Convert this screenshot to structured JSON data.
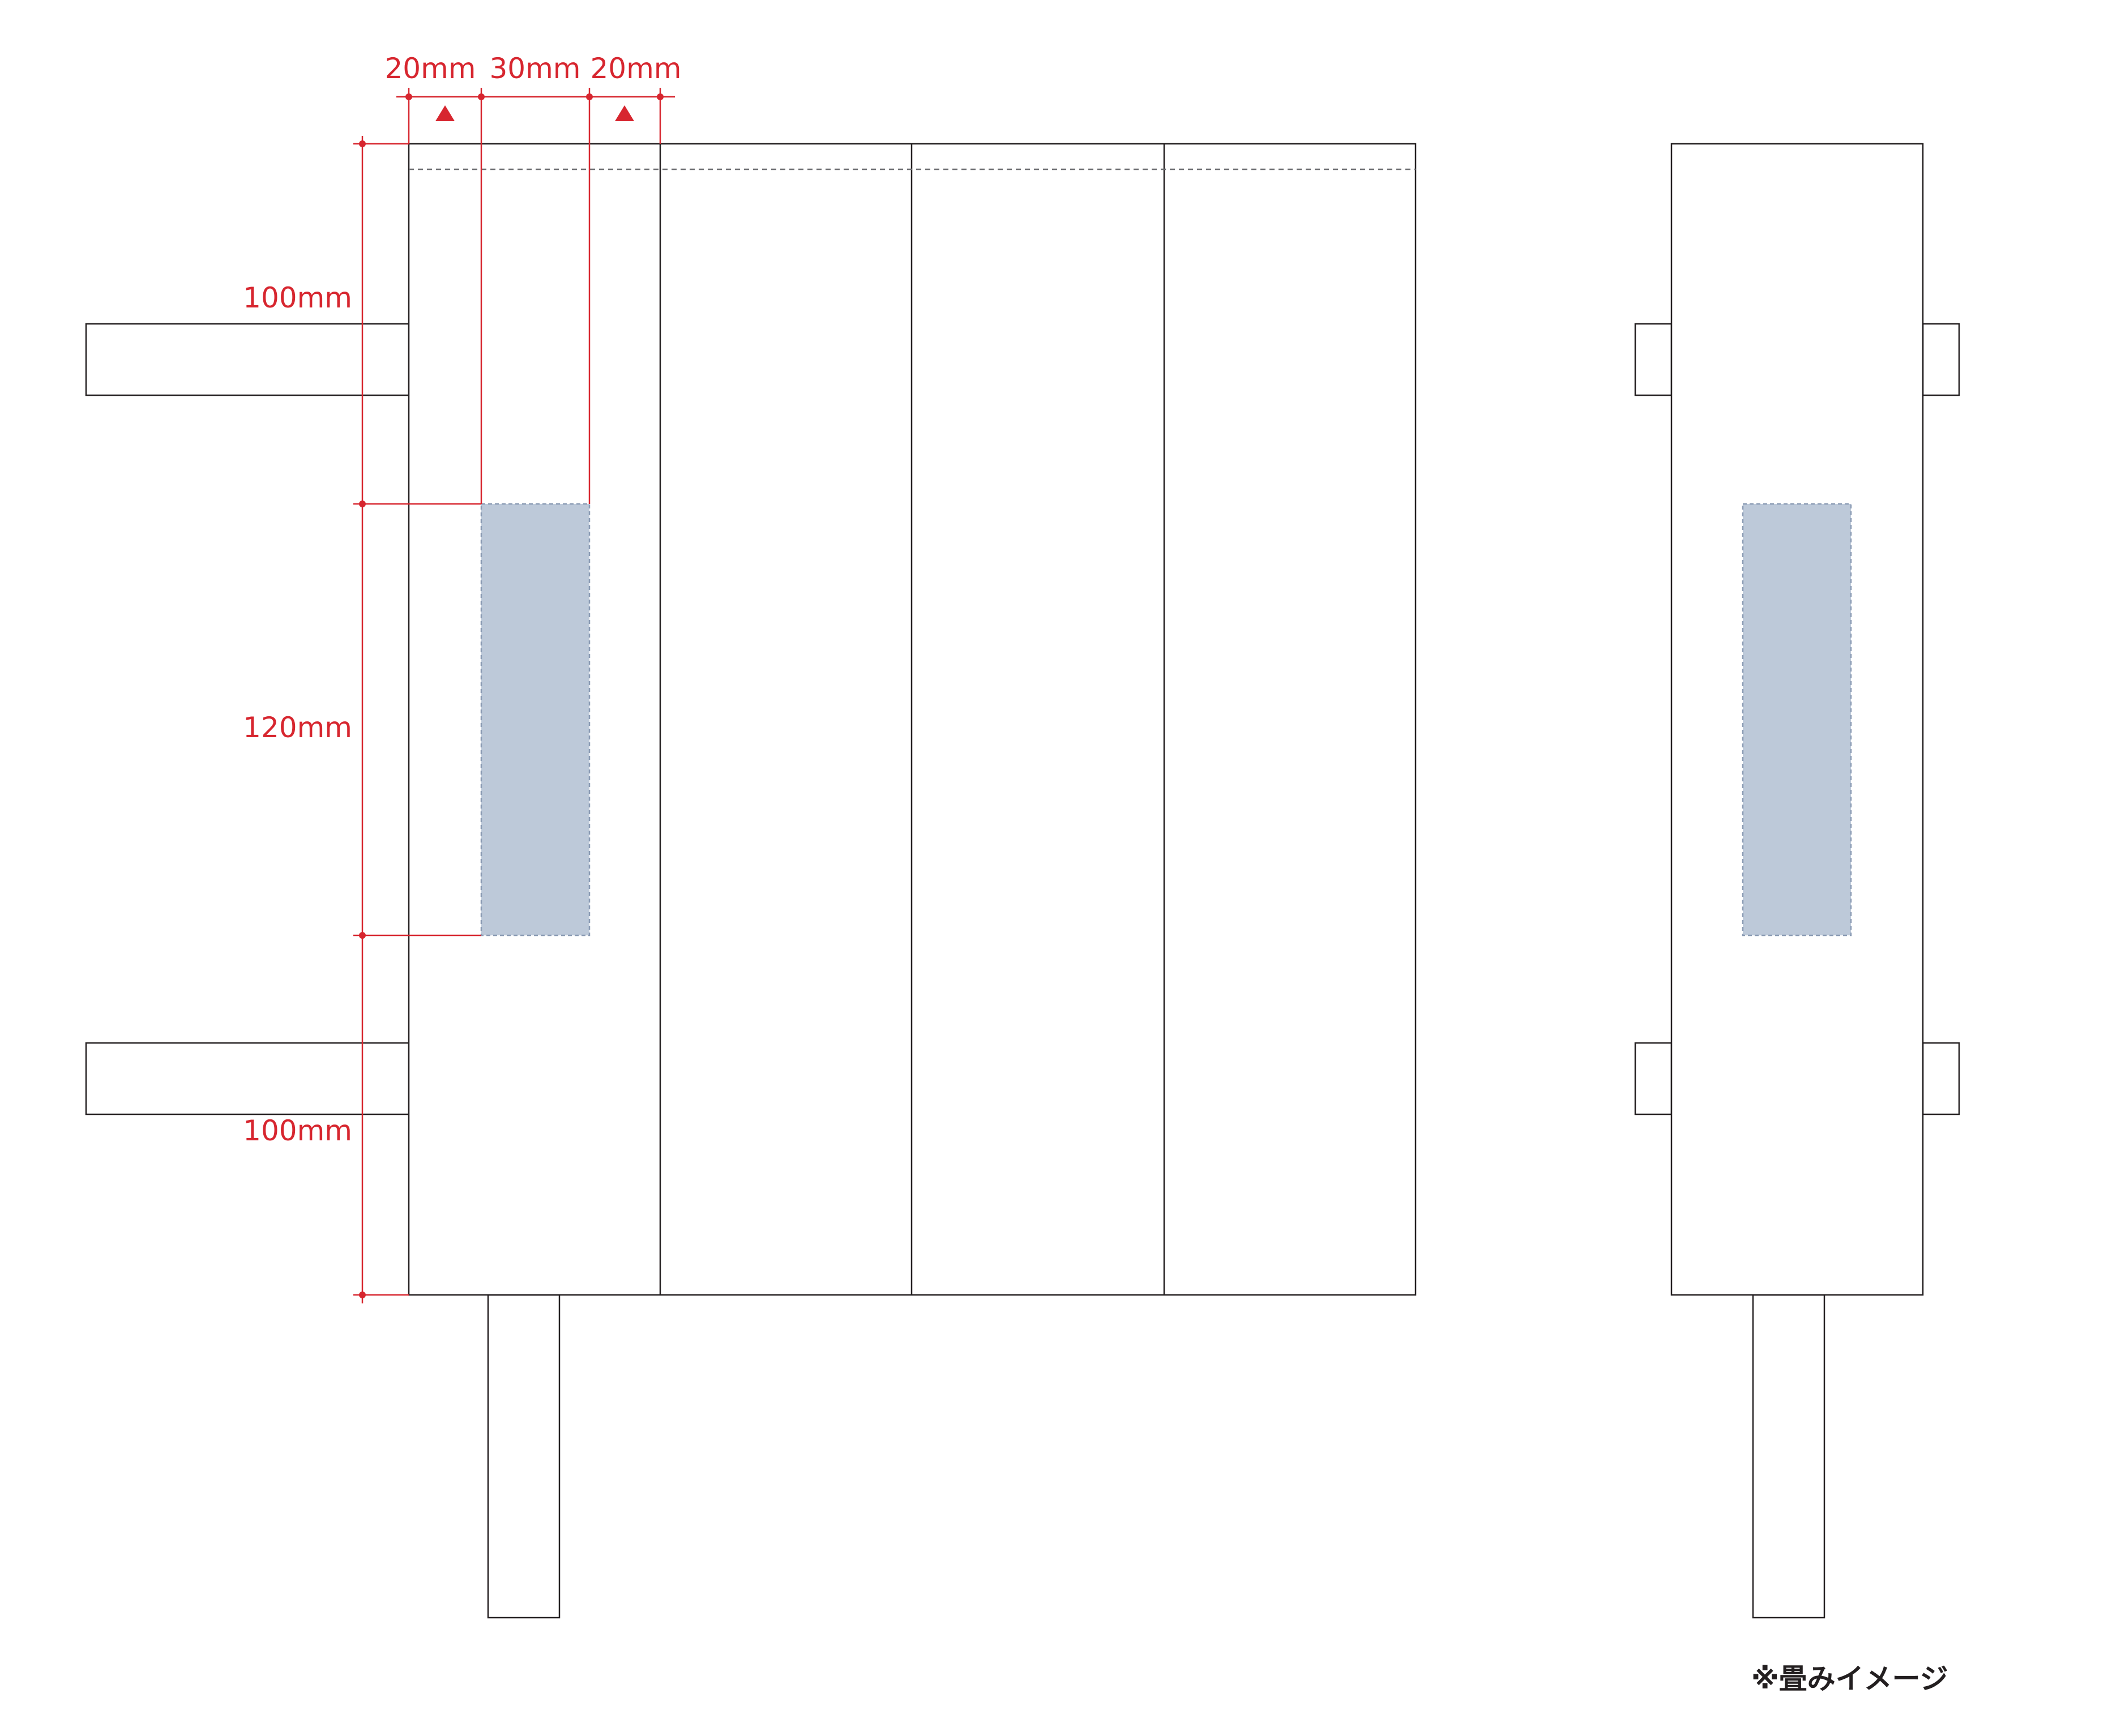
{
  "dimensions": {
    "width_left": "20mm",
    "width_mid": "30mm",
    "width_right": "20mm",
    "height_top": "100mm",
    "height_mid": "120mm",
    "height_bottom": "100mm"
  },
  "note": "※畳みイメージ",
  "colors": {
    "dimension": "#d7262f",
    "print_area": "#bdc9d9",
    "outline": "#231f20"
  }
}
